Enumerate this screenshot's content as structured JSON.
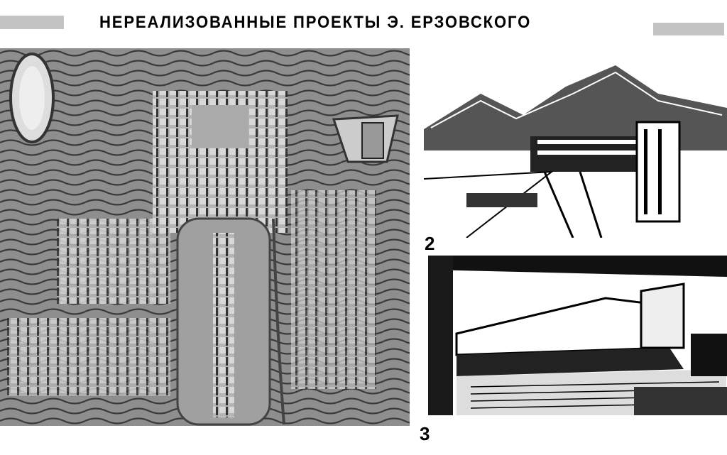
{
  "title": "НЕРЕАЛИЗОВАННЫЕ ПРОЕКТЫ  Э. ЕРЗОВСКОГО",
  "labels": {
    "figure_2": "2",
    "figure_3": "3"
  },
  "images": {
    "model": "site-plan-model-photo",
    "perspective": "mountain-perspective-drawing",
    "building": "building-perspective-drawing"
  },
  "colors": {
    "bar": "#c4c4c4",
    "model_bg": "#8e8e8e"
  }
}
